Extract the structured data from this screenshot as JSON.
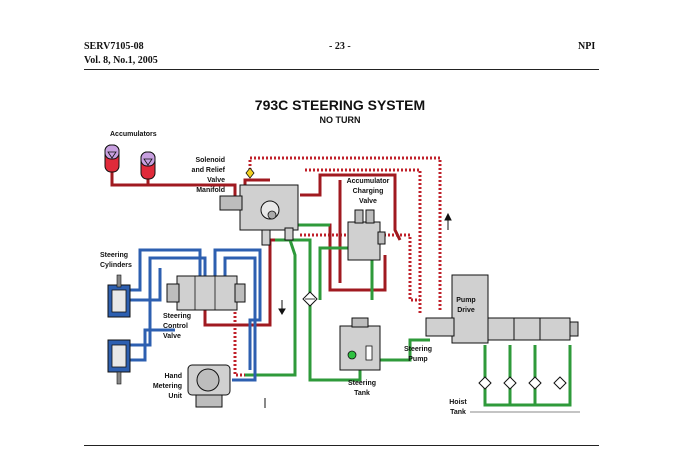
{
  "header": {
    "doc_id": "SERV7105-08",
    "volume": "Vol. 8, No.1, 2005",
    "page": "- 23 -",
    "org": "NPI"
  },
  "diagram": {
    "title": "793C STEERING SYSTEM",
    "subtitle": "NO TURN",
    "labels": {
      "accumulators": "Accumulators",
      "manifold": [
        "Solenoid",
        "and Relief",
        "Valve",
        "Manifold"
      ],
      "charging_valve": [
        "Accumulator",
        "Charging",
        "Valve"
      ],
      "steering_cylinders": [
        "Steering",
        "Cylinders"
      ],
      "steering_control_valve": [
        "Steering",
        "Control",
        "Valve"
      ],
      "hand_metering_unit": [
        "Hand",
        "Metering",
        "Unit"
      ],
      "steering_tank": [
        "Steering",
        "Tank"
      ],
      "steering_pump": [
        "Steering",
        "Pump"
      ],
      "pump_drive": [
        "Pump",
        "Drive"
      ],
      "hoist_tank": [
        "Hoist",
        "Tank"
      ]
    },
    "colors": {
      "high_pressure": "#c0202a",
      "supply": "#2e9a3a",
      "return": "#2d5fb0",
      "pilot": "#e8b0b0",
      "accumulator": "#c8a0e0",
      "component": "#d8d8d8"
    }
  }
}
